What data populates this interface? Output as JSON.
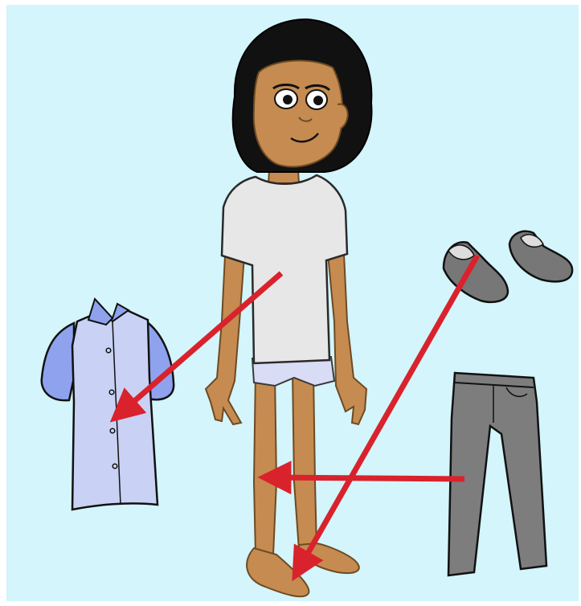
{
  "colors": {
    "background": "#d3f5fb",
    "frame": "#ffffff",
    "skin": "#c58b50",
    "skin_shade": "#a9703b",
    "hair": "#111111",
    "tshirt": "#e7e7e7",
    "underwear": "#d9dcf5",
    "shirt_body": "#c9d2f4",
    "shirt_sleeve": "#8ea2ee",
    "pants": "#7d7d7d",
    "shoe": "#777777",
    "outline": "#1a1a1a",
    "arrow": "#d9222c"
  },
  "items": {
    "boy": "boy-figure",
    "shirt": "button-shirt",
    "pants": "gray-pants",
    "shoes": "gray-shoes"
  },
  "arrows": [
    {
      "from": "boy-torso",
      "to": "shirt"
    },
    {
      "from": "pants",
      "to": "boy-legs"
    },
    {
      "from": "shoes",
      "to": "boy-feet"
    }
  ]
}
